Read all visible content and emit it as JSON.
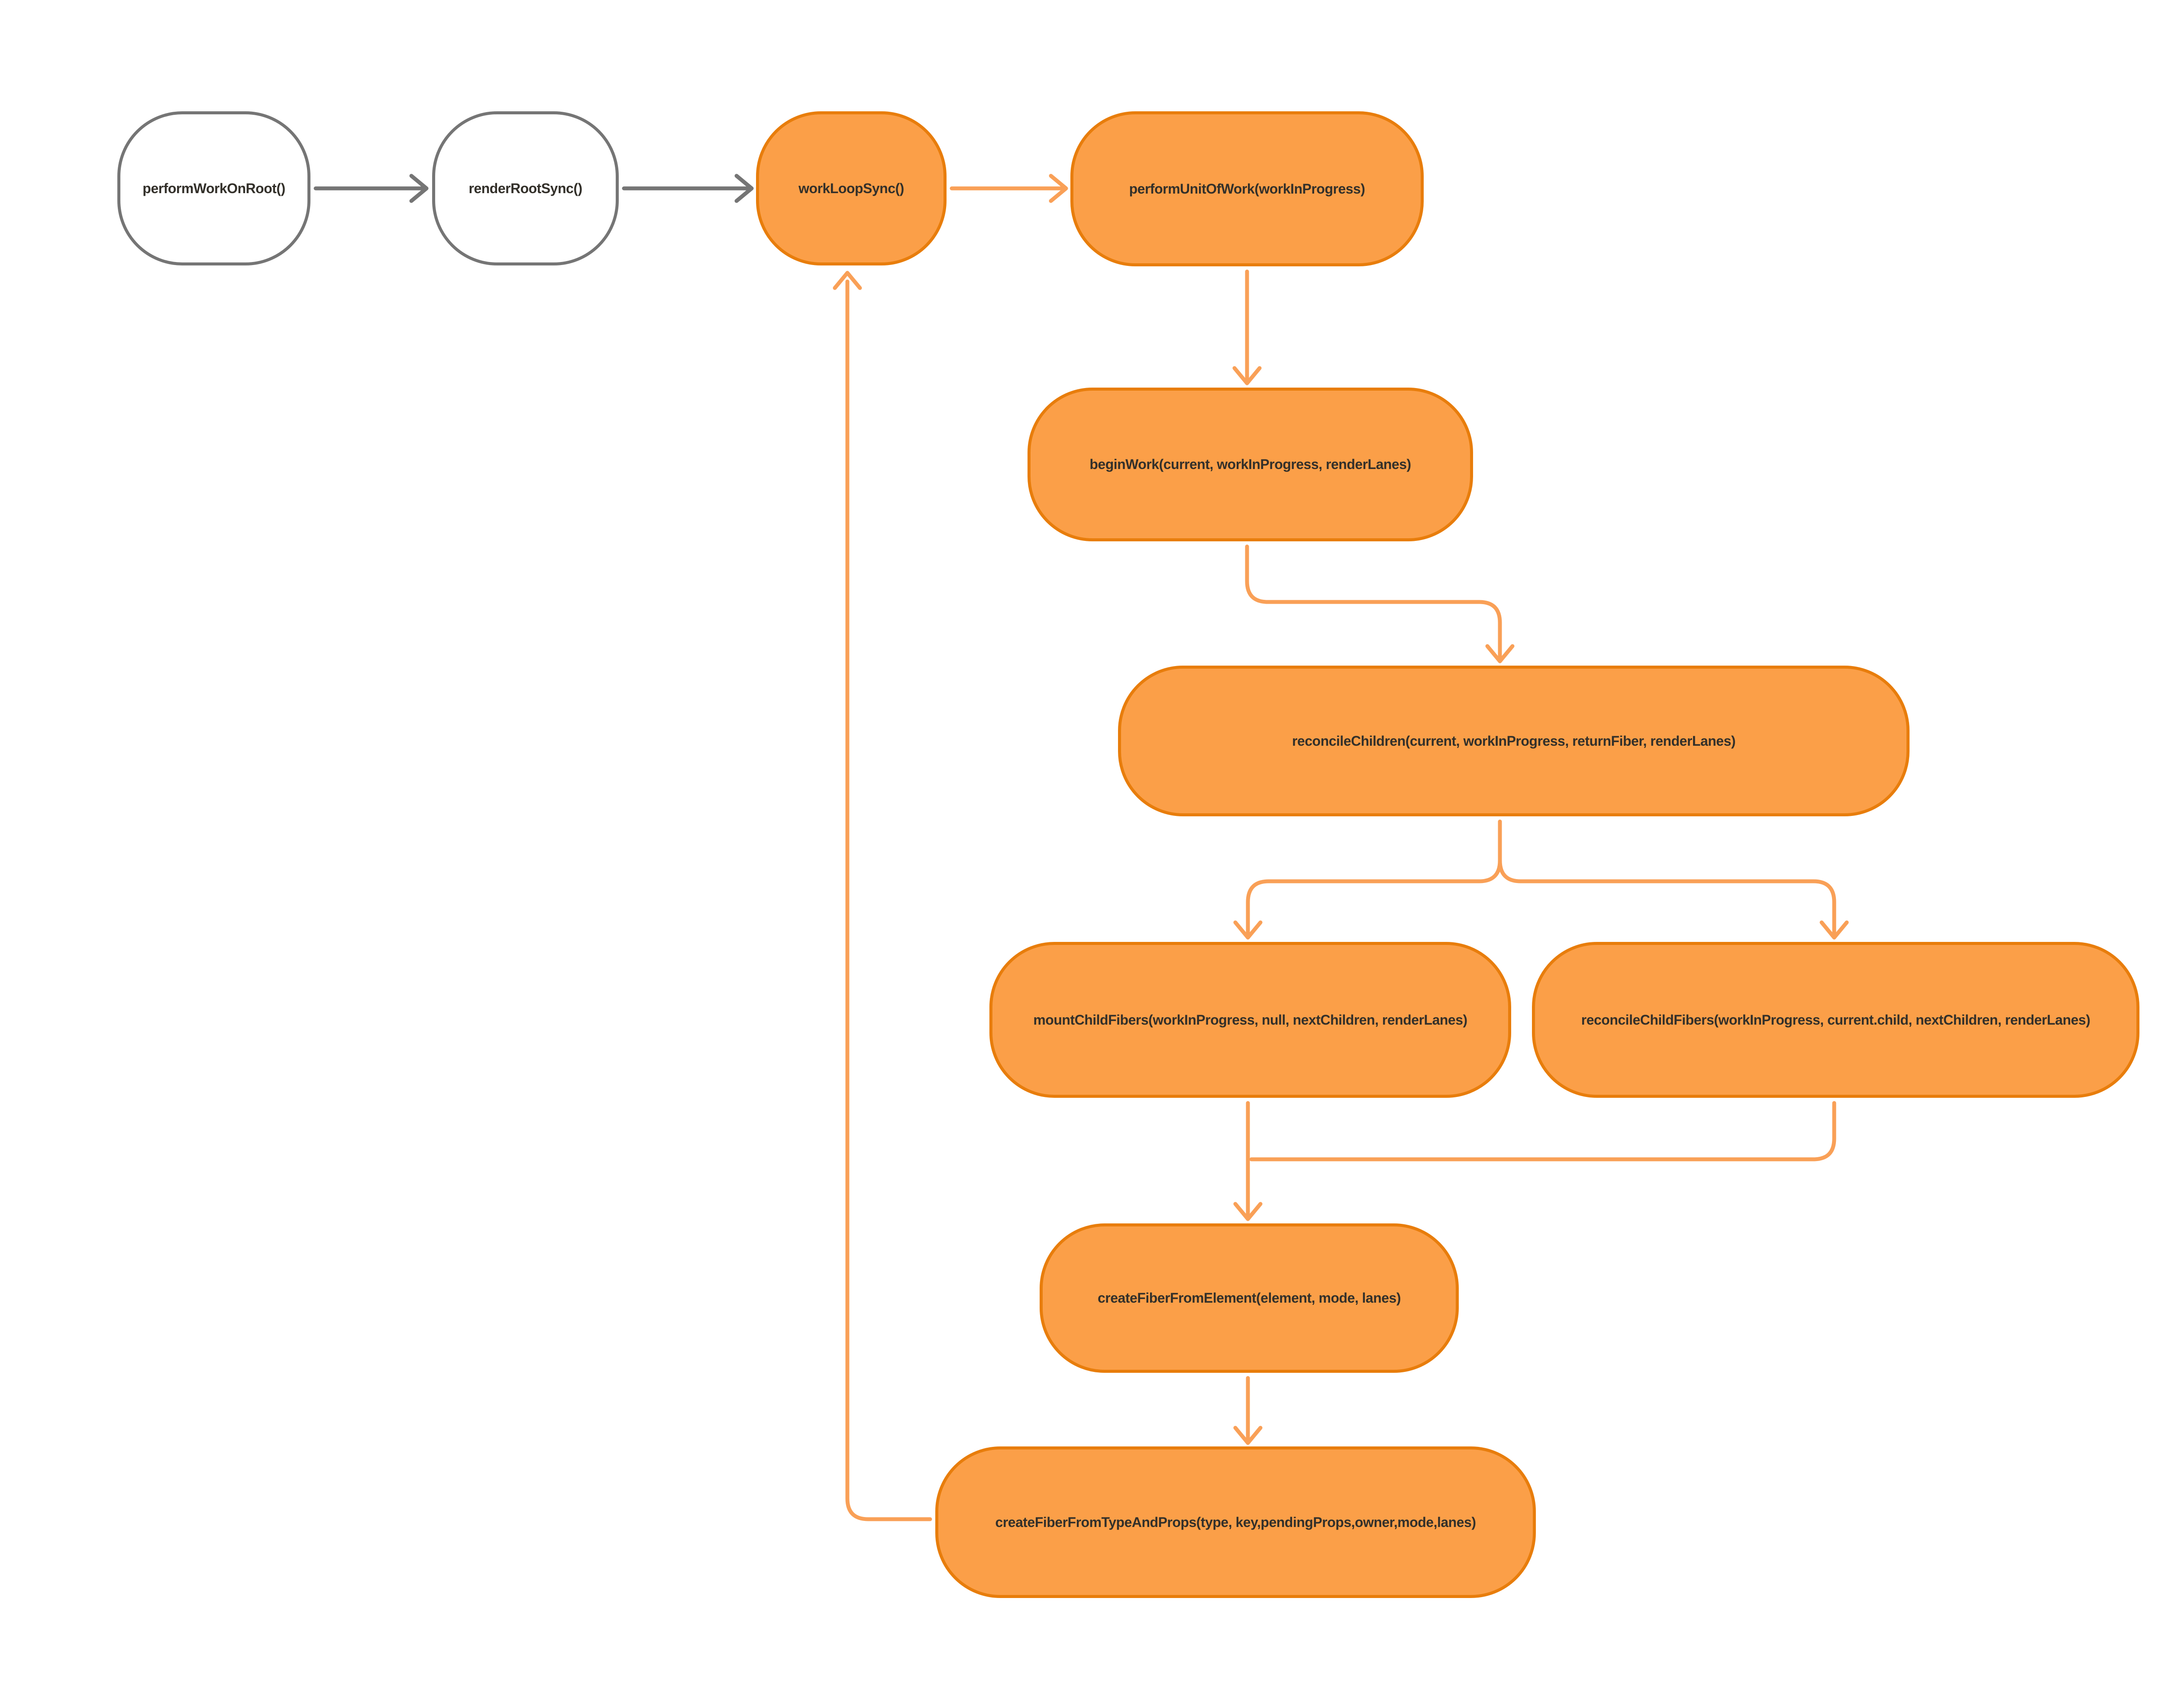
{
  "diagram": {
    "background": "#ffffff",
    "palette": {
      "node_fill_orange": "#FB9F48",
      "node_border_orange": "#E87D0B",
      "node_fill_white": "#ffffff",
      "node_border_gray": "#757575",
      "edge_orange": "#F9A057",
      "edge_gray": "#757575",
      "label_color": "#33302A"
    },
    "nodes": [
      {
        "id": "performWorkOnRoot",
        "label": "performWorkOnRoot()",
        "style": "white"
      },
      {
        "id": "renderRootSync",
        "label": "renderRootSync()",
        "style": "white"
      },
      {
        "id": "workLoopSync",
        "label": "workLoopSync()",
        "style": "orange"
      },
      {
        "id": "performUnitOfWork",
        "label": "performUnitOfWork(workInProgress)",
        "style": "orange"
      },
      {
        "id": "beginWork",
        "label": "beginWork(current, workInProgress, renderLanes)",
        "style": "orange"
      },
      {
        "id": "reconcileChildren",
        "label": "reconcileChildren(current, workInProgress, returnFiber, renderLanes)",
        "style": "orange"
      },
      {
        "id": "mountChildFibers",
        "label": "mountChildFibers(workInProgress, null, nextChildren, renderLanes)",
        "style": "orange"
      },
      {
        "id": "reconcileChildFibers",
        "label": "reconcileChildFibers(workInProgress, current.child, nextChildren, renderLanes)",
        "style": "orange"
      },
      {
        "id": "createFiberFromElement",
        "label": "createFiberFromElement(element, mode, lanes)",
        "style": "orange"
      },
      {
        "id": "createFiberFromTypeAndProps",
        "label": "createFiberFromTypeAndProps(type, key,pendingProps,owner,mode,lanes)",
        "style": "orange"
      }
    ],
    "edges": [
      {
        "from": "performWorkOnRoot",
        "to": "renderRootSync",
        "color": "gray"
      },
      {
        "from": "renderRootSync",
        "to": "workLoopSync",
        "color": "gray"
      },
      {
        "from": "workLoopSync",
        "to": "performUnitOfWork",
        "color": "orange"
      },
      {
        "from": "performUnitOfWork",
        "to": "beginWork",
        "color": "orange"
      },
      {
        "from": "beginWork",
        "to": "reconcileChildren",
        "color": "orange"
      },
      {
        "from": "reconcileChildren",
        "to": "mountChildFibers",
        "color": "orange"
      },
      {
        "from": "reconcileChildren",
        "to": "reconcileChildFibers",
        "color": "orange"
      },
      {
        "from": "mountChildFibers",
        "to": "createFiberFromElement",
        "color": "orange"
      },
      {
        "from": "reconcileChildFibers",
        "to": "createFiberFromElement",
        "color": "orange"
      },
      {
        "from": "createFiberFromElement",
        "to": "createFiberFromTypeAndProps",
        "color": "orange"
      },
      {
        "from": "createFiberFromTypeAndProps",
        "to": "workLoopSync",
        "color": "orange"
      }
    ]
  }
}
